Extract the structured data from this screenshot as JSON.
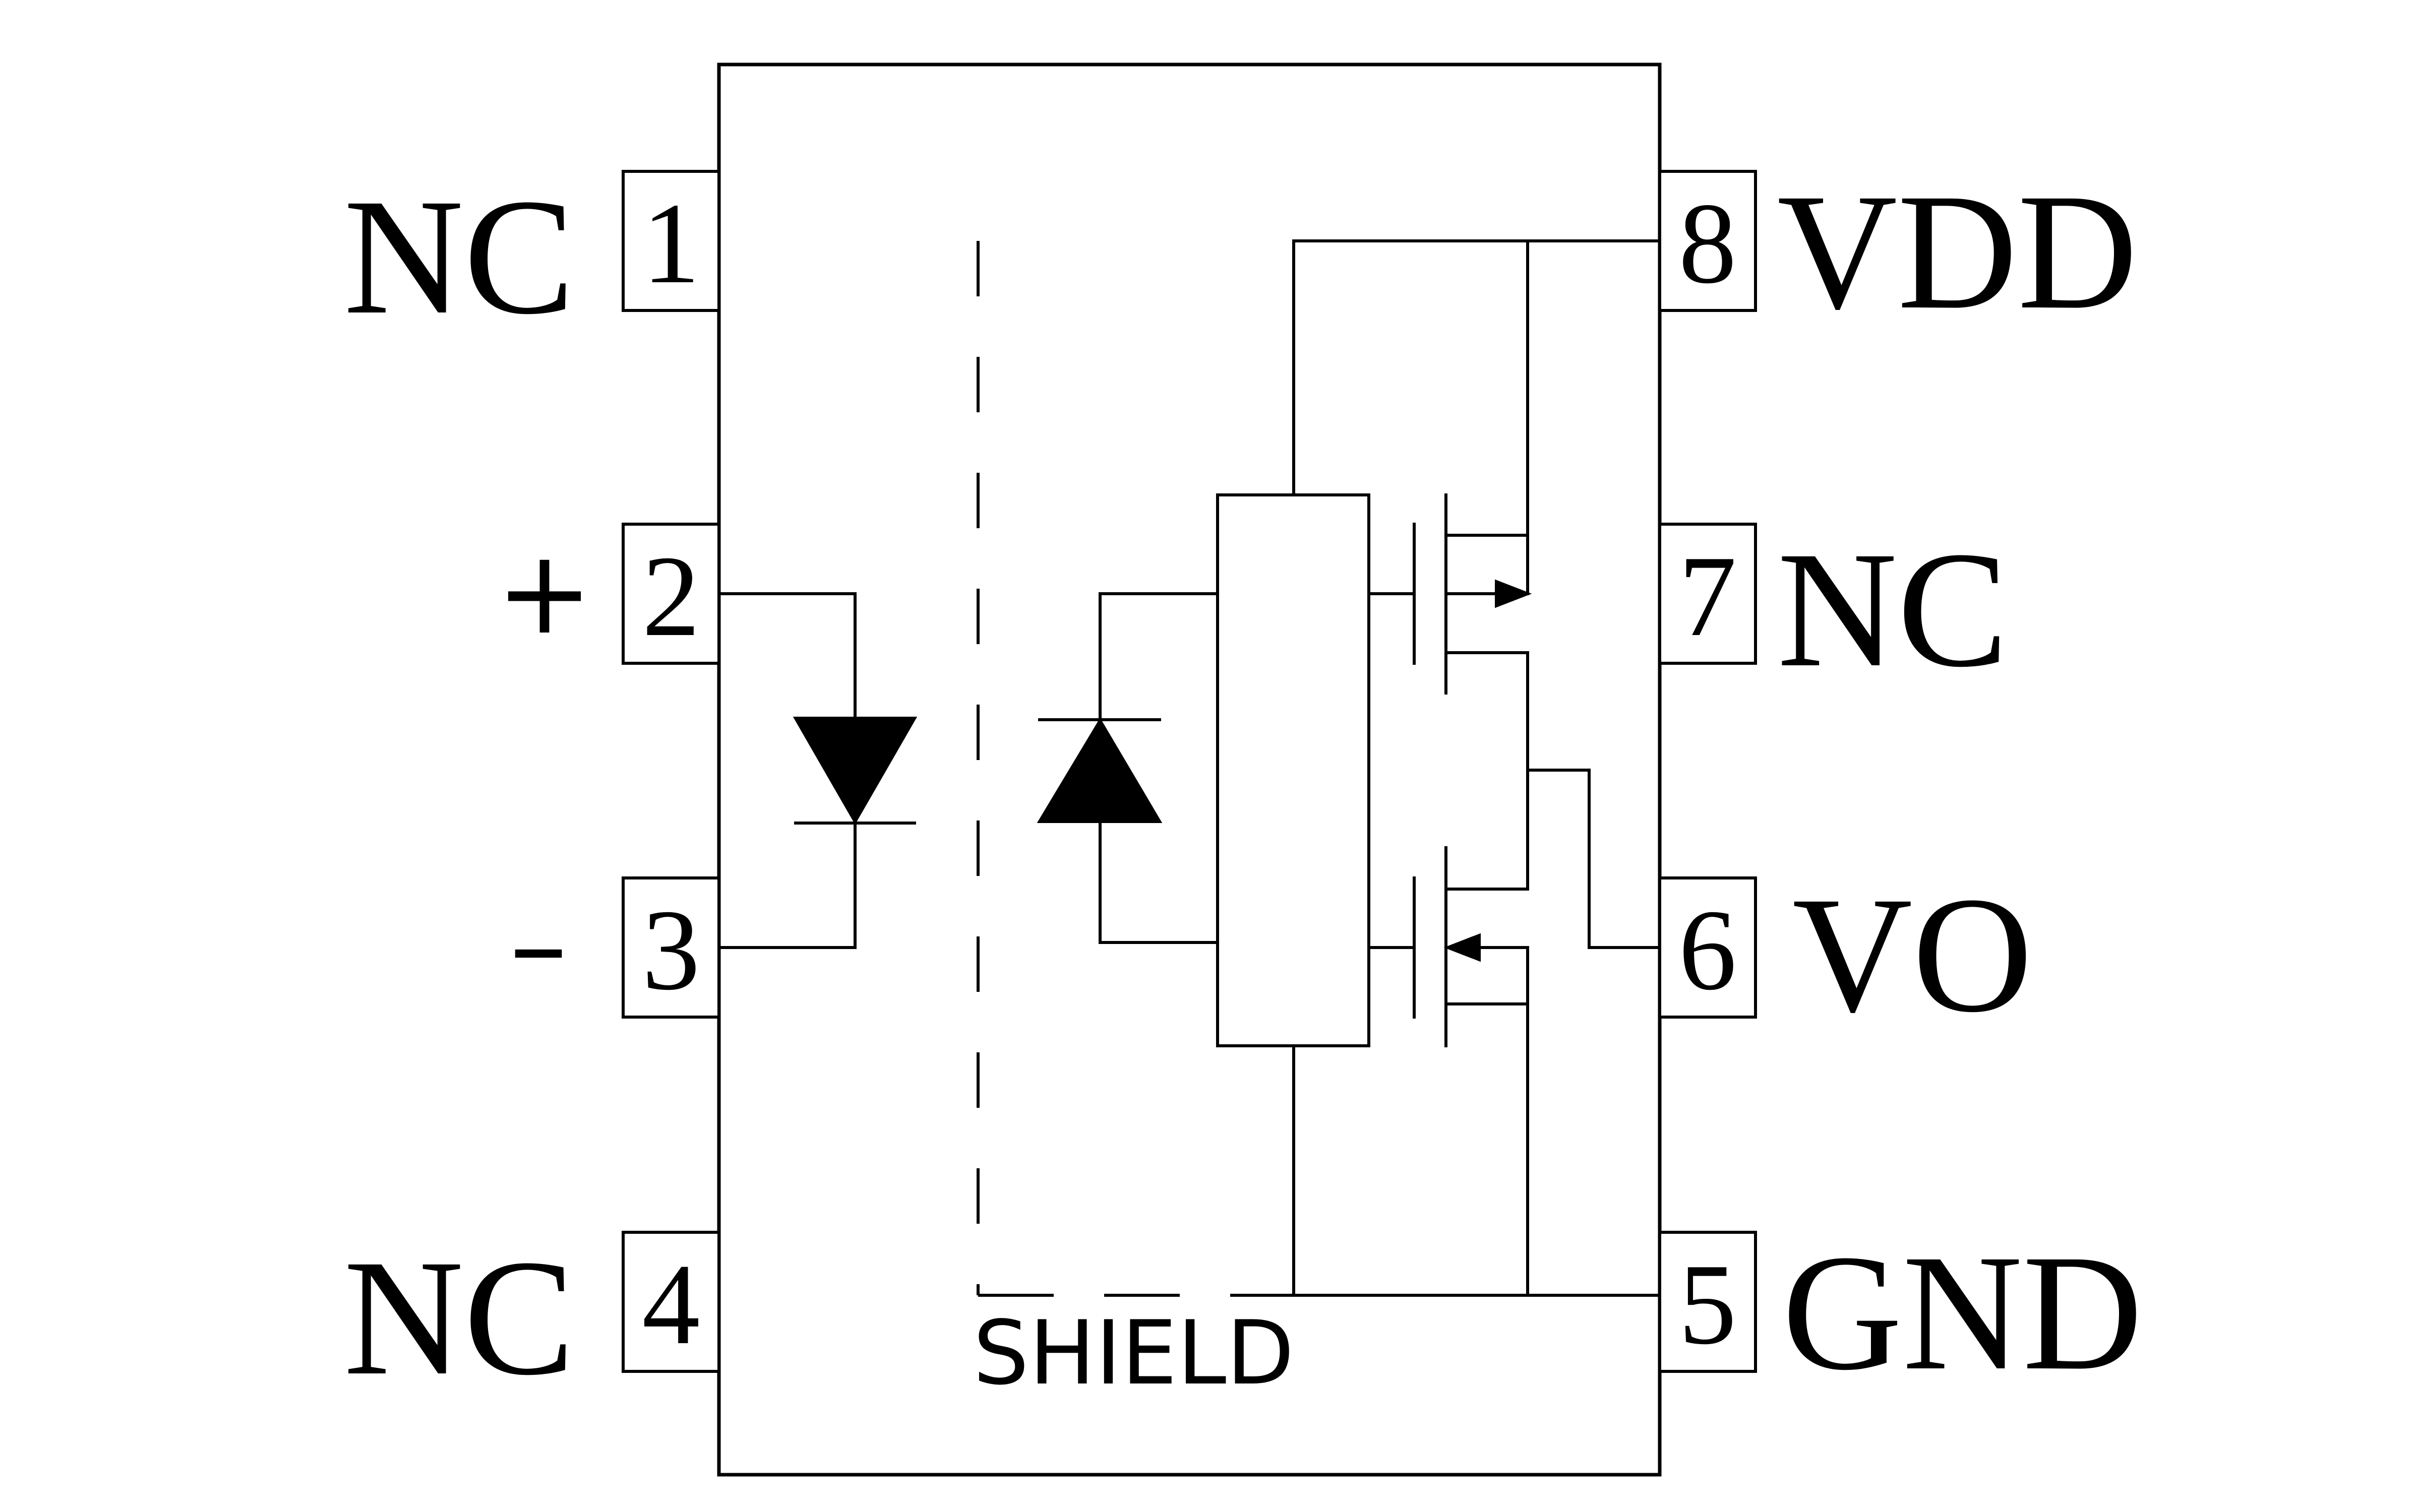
{
  "left_pins": [
    {
      "number": "1",
      "label": "NC"
    },
    {
      "number": "2",
      "label": "+"
    },
    {
      "number": "3",
      "label": "–"
    },
    {
      "number": "4",
      "label": "NC"
    }
  ],
  "right_pins": [
    {
      "number": "8",
      "label": "VDD"
    },
    {
      "number": "7",
      "label": "NC"
    },
    {
      "number": "6",
      "label": "VO"
    },
    {
      "number": "5",
      "label": "GND"
    }
  ],
  "shield_label": "SHIELD"
}
